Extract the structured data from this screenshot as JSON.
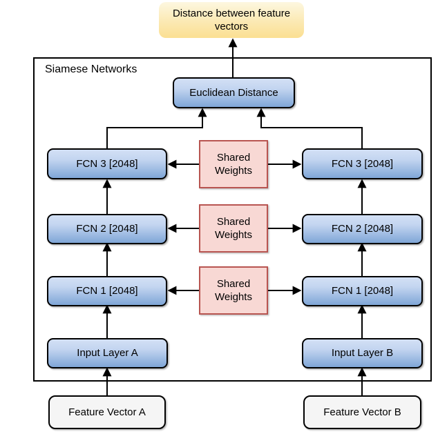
{
  "diagram": {
    "container_label": "Siamese Networks",
    "output_node": {
      "label": "Distance between feature vectors"
    },
    "distance_node": {
      "label": "Euclidean Distance"
    },
    "shared_weights_nodes": [
      {
        "label": "Shared Weights"
      },
      {
        "label": "Shared Weights"
      },
      {
        "label": "Shared Weights"
      }
    ],
    "branch_a": {
      "fcn_nodes": [
        {
          "label": "FCN 3 [2048]"
        },
        {
          "label": "FCN 2 [2048]"
        },
        {
          "label": "FCN 1 [2048]"
        }
      ],
      "input_node": {
        "label": "Input Layer A"
      },
      "feature_node": {
        "label": "Feature Vector A"
      }
    },
    "branch_b": {
      "fcn_nodes": [
        {
          "label": "FCN 3 [2048]"
        },
        {
          "label": "FCN 2 [2048]"
        },
        {
          "label": "FCN 1 [2048]"
        }
      ],
      "input_node": {
        "label": "Input Layer B"
      },
      "feature_node": {
        "label": "Feature Vector B"
      }
    },
    "colors": {
      "node_blue_top": "#d3e0f5",
      "node_blue_bottom": "#7fa6d7",
      "node_yellow_top": "#fdf7e0",
      "node_yellow_bottom": "#fbdf92",
      "shared_fill": "#f8d8d4",
      "shared_border": "#b85450",
      "feature_fill": "#f5f5f5",
      "line_color": "#000000"
    }
  }
}
